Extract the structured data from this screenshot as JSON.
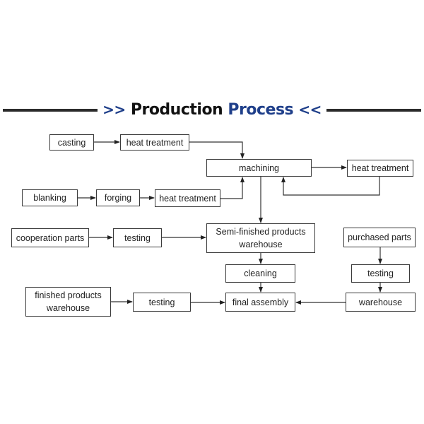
{
  "header": {
    "left_marker": ">>",
    "title_part1": "Production",
    "title_part2": "Process",
    "right_marker": "<<",
    "accent_color": "#1f3f8a"
  },
  "nodes": {
    "casting": "casting",
    "heat_treatment_1": "heat treatment",
    "machining": "machining",
    "heat_treatment_right": "heat treatment",
    "blanking": "blanking",
    "forging": "forging",
    "heat_treatment_2": "heat treatment",
    "cooperation_parts": "cooperation parts",
    "testing_left": "testing",
    "semi_finished_line1": "Semi-finished products",
    "semi_finished_line2": "warehouse",
    "purchased_parts": "purchased parts",
    "cleaning": "cleaning",
    "testing_right": "testing",
    "finished_line1": "finished products",
    "finished_line2": "warehouse",
    "testing_bottom": "testing",
    "final_assembly": "final assembly",
    "warehouse": "warehouse"
  },
  "edges": [
    {
      "from": "casting",
      "to": "heat_treatment_1"
    },
    {
      "from": "heat_treatment_1",
      "to": "machining"
    },
    {
      "from": "machining",
      "to": "heat_treatment_right"
    },
    {
      "from": "heat_treatment_right",
      "to": "machining"
    },
    {
      "from": "blanking",
      "to": "forging"
    },
    {
      "from": "forging",
      "to": "heat_treatment_2"
    },
    {
      "from": "heat_treatment_2",
      "to": "machining"
    },
    {
      "from": "machining",
      "to": "semi_finished"
    },
    {
      "from": "cooperation_parts",
      "to": "testing_left"
    },
    {
      "from": "testing_left",
      "to": "semi_finished"
    },
    {
      "from": "semi_finished",
      "to": "cleaning"
    },
    {
      "from": "cleaning",
      "to": "final_assembly"
    },
    {
      "from": "purchased_parts",
      "to": "testing_right"
    },
    {
      "from": "testing_right",
      "to": "warehouse"
    },
    {
      "from": "warehouse",
      "to": "final_assembly"
    },
    {
      "from": "testing_bottom",
      "to": "final_assembly"
    },
    {
      "from": "finished_products_warehouse",
      "to": "testing_bottom"
    }
  ]
}
